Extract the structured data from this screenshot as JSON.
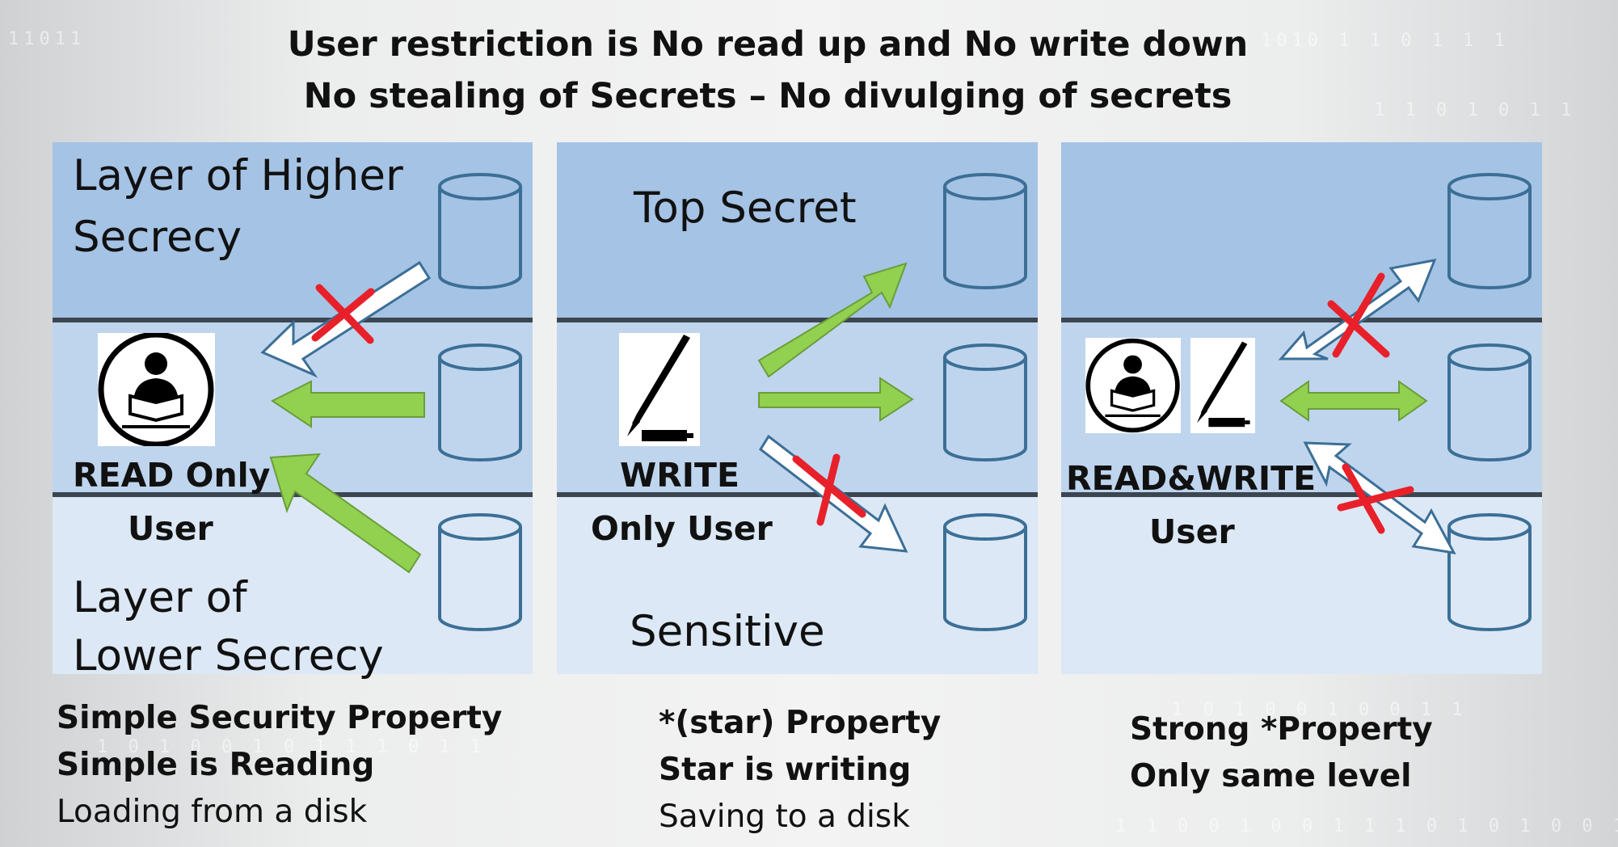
{
  "title": {
    "line1": "User restriction is No read up and No write down",
    "line2": "No stealing of Secrets – No divulging of secrets"
  },
  "colors": {
    "band_top": "#a5c3e5",
    "band_mid": "#bfd5ee",
    "band_low": "#dce8f5",
    "allowed_arrow": "#92d050",
    "blocked_arrow": "#ffffff",
    "cross": "#e8202a"
  },
  "panels": [
    {
      "top_label_line1": "Layer of Higher",
      "top_label_line2": "Secrecy",
      "user_line1": "READ Only",
      "user_line2": "User",
      "bottom_label_line1": "Layer of",
      "bottom_label_line2": "Lower Secrecy",
      "icons": [
        "reader-icon"
      ],
      "arrows": [
        "blocked-read-up",
        "allowed-read-same",
        "allowed-read-down"
      ],
      "note_line1": "Simple Security Property",
      "note_line2": "Simple is Reading",
      "note_line3": "Loading from a disk"
    },
    {
      "top_label": "Top Secret",
      "user_line1": "WRITE",
      "user_line2": "Only User",
      "bottom_label": "Sensitive",
      "icons": [
        "pen-icon"
      ],
      "arrows": [
        "allowed-write-up",
        "allowed-write-same",
        "blocked-write-down"
      ],
      "note_line1": "*(star) Property",
      "note_line2": "Star is writing",
      "note_line3": "Saving to a disk"
    },
    {
      "user_line1": "READ&WRITE",
      "user_line2": "User",
      "icons": [
        "reader-icon",
        "pen-icon"
      ],
      "arrows": [
        "blocked-readwrite-up",
        "allowed-readwrite-same",
        "blocked-readwrite-down"
      ],
      "note_line1": "Strong *Property",
      "note_line2": "Only same level"
    }
  ]
}
